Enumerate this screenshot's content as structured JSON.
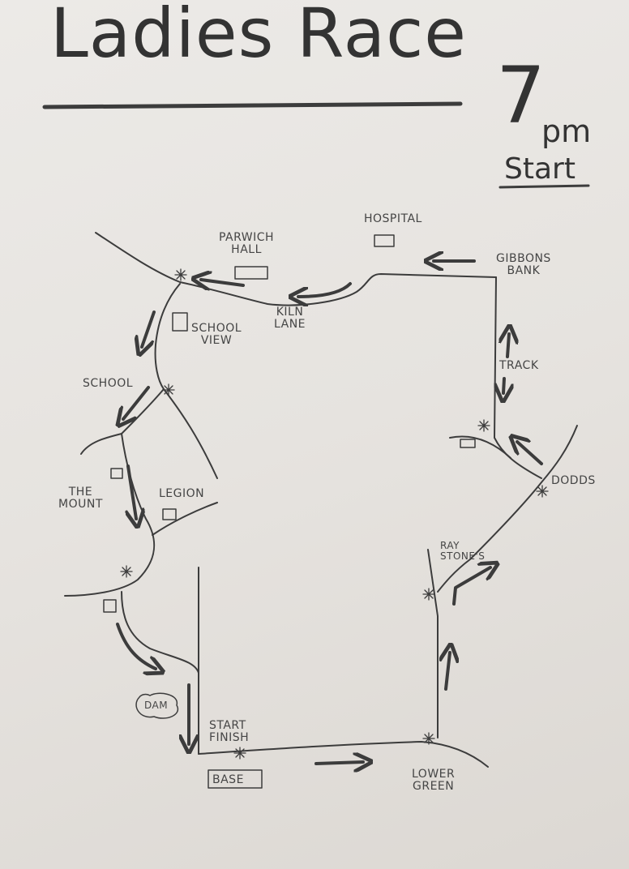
{
  "title": "Ladies Race",
  "time": {
    "hour": "7",
    "suffix": "pm",
    "label": "Start"
  },
  "labels": {
    "hospital": "HOSPITAL",
    "parwich_hall": "PARWICH\nHALL",
    "gibbons_bank": "GIBBONS\nBANK",
    "kiln_lane": "KILN\nLANE",
    "school_view": "SCHOOL\nVIEW",
    "track": "TRACK",
    "school": "SCHOOL",
    "dodds": "DODDS",
    "the_mount": "THE\nMOUNT",
    "legion": "LEGION",
    "ray_stones": "RAY\nSTONE'S",
    "dam": "DAM",
    "start_finish": "START\nFINISH",
    "base": "BASE",
    "lower_green": "LOWER\nGREEN"
  },
  "colors": {
    "paper": "#e8e5e1",
    "ink": "#3a3a3a"
  }
}
